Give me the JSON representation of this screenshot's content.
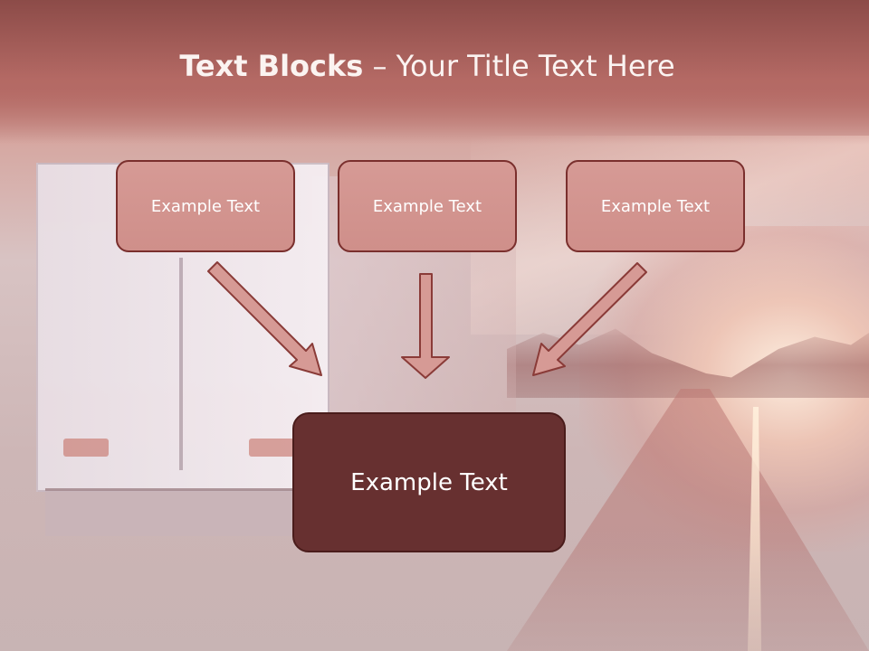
{
  "slide": {
    "title_bold": "Text Blocks",
    "title_separator": " – ",
    "title_rest": "Your Title Text Here",
    "boxes": [
      {
        "label": "Example Text"
      },
      {
        "label": "Example Text"
      },
      {
        "label": "Example Text"
      }
    ],
    "target_box": {
      "label": "Example Text"
    }
  },
  "colors": {
    "title_band": "#8f504c",
    "small_box_fill": "#d69a95",
    "small_box_border": "#7a2f2d",
    "target_box_fill": "#673030",
    "arrow_fill": "#d69a95",
    "arrow_stroke": "#8a3b38"
  },
  "icons": {
    "arrow_left": "diagonal-arrow-down-right-icon",
    "arrow_center": "arrow-down-icon",
    "arrow_right": "diagonal-arrow-down-left-icon"
  }
}
